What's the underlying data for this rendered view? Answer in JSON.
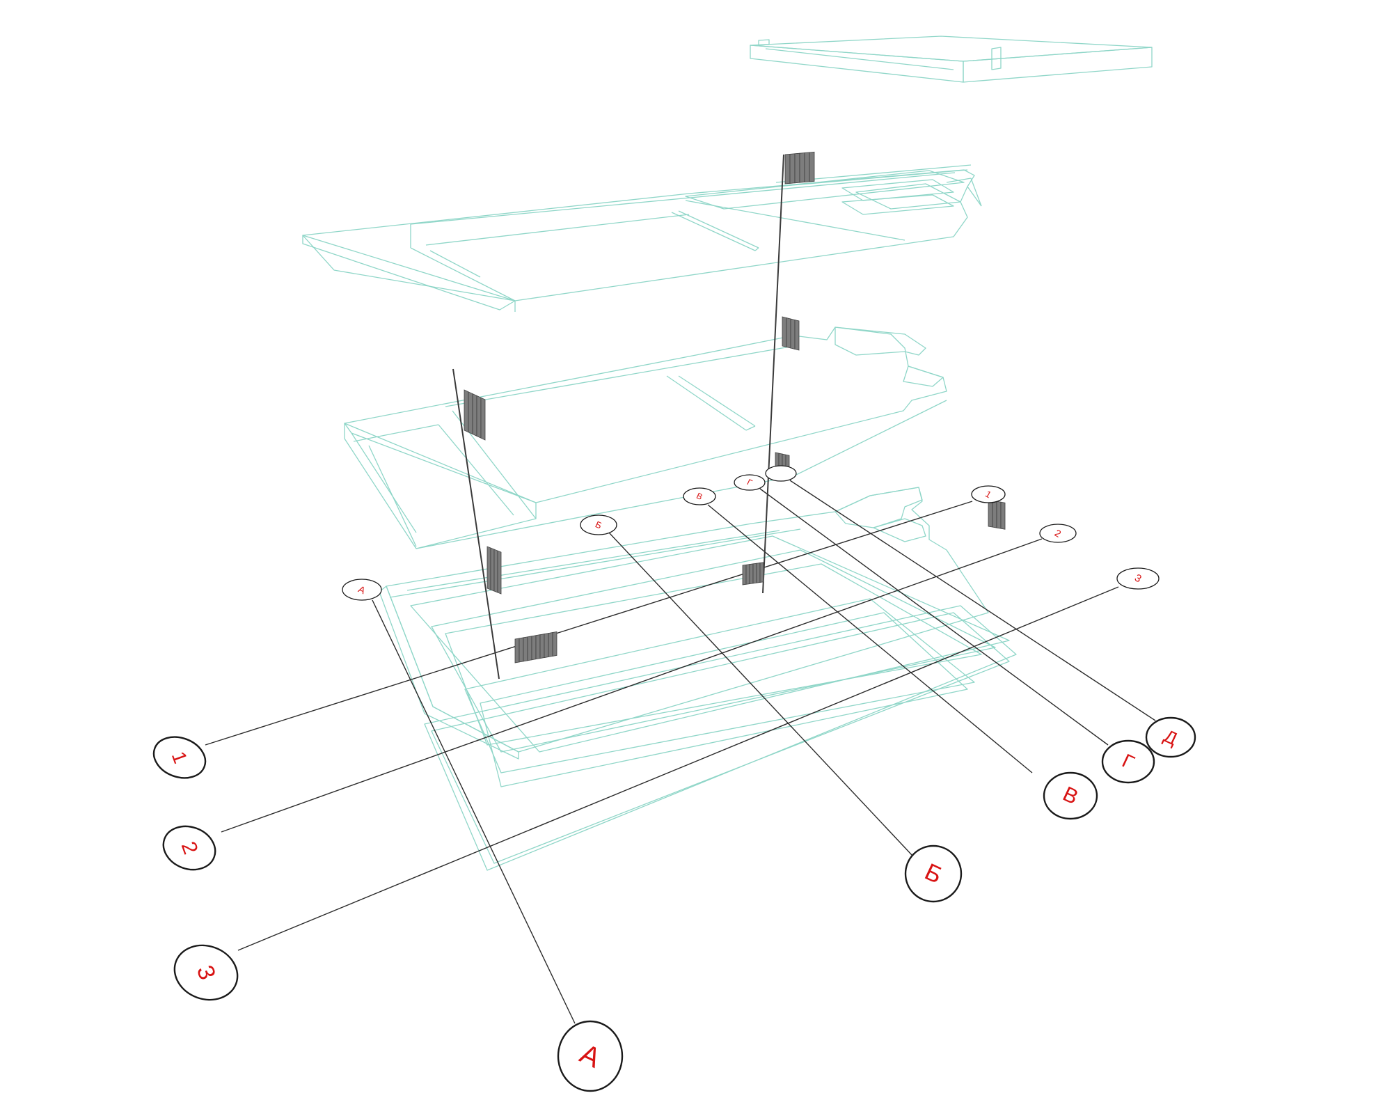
{
  "diagram": {
    "colors": {
      "wireframe": "#8fd6c8",
      "grid_line": "#2b2b2b",
      "bubble_stroke": "#1a1a1a",
      "bubble_text": "#d81313",
      "radiator_fill": "#7d7d7d",
      "riser": "#3a3a3a"
    },
    "grid_labels": {
      "far_numbers": [
        "1",
        "2",
        "3"
      ],
      "far_letters": [
        "А",
        "Б",
        "В",
        "Г"
      ],
      "near_numbers": [
        "1",
        "2",
        "3"
      ],
      "near_letters": [
        "А",
        "Б",
        "В",
        "Г",
        "Д"
      ]
    },
    "radiator_count": 8
  }
}
